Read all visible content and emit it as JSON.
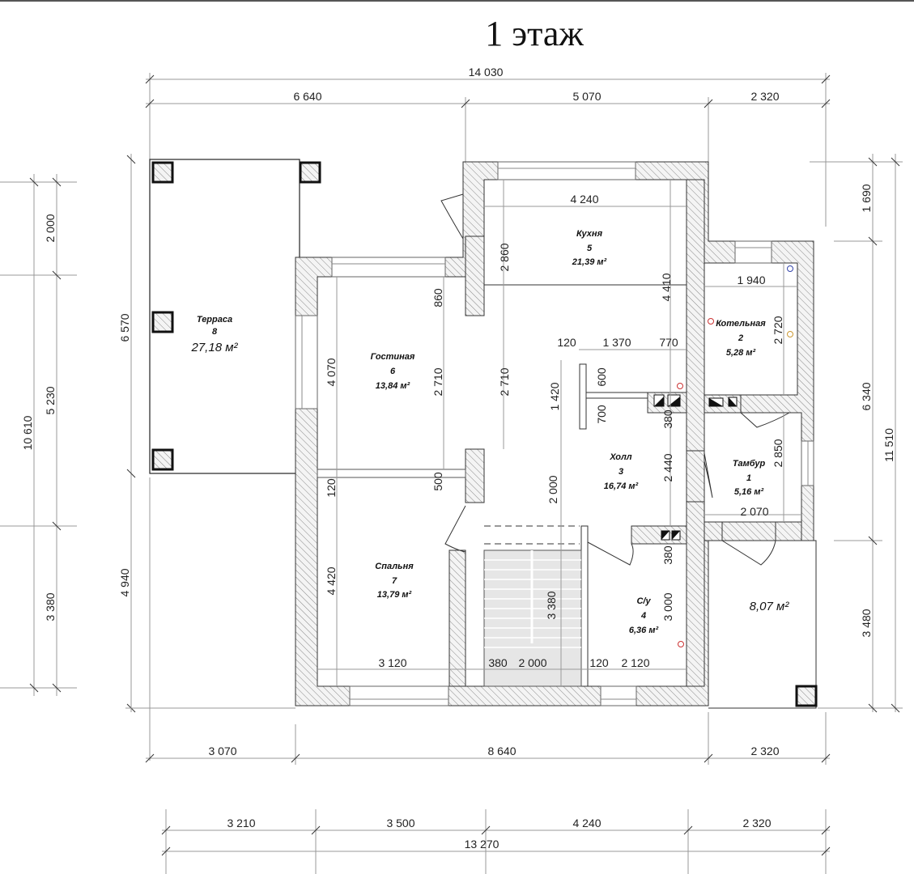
{
  "title": "1 этаж",
  "dims": {
    "top_total": "14 030",
    "top": [
      "6 640",
      "5 070",
      "2 320"
    ],
    "bottom1": [
      "3 070",
      "8 640",
      "2 320"
    ],
    "bottom2": [
      "3 210",
      "3 500",
      "4 240",
      "2 320"
    ],
    "bottom_total": "13 270",
    "left_outer": [
      "2 000",
      "5 230",
      "3 380"
    ],
    "left_total": "10 610",
    "left_inner": [
      "6 570",
      "4 940"
    ],
    "right": [
      "1 690",
      "6 340",
      "3 480"
    ],
    "right_total": "11 510",
    "interior": [
      "4 240",
      "2 860",
      "4 410",
      "1 940",
      "2 720",
      "120",
      "1 370",
      "770",
      "860",
      "4 070",
      "2 710",
      "2 710",
      "1 420",
      "600",
      "700",
      "380",
      "2 850",
      "2 440",
      "2 000",
      "500",
      "120",
      "2 070",
      "380",
      "4 420",
      "3 380",
      "3 000",
      "3 120",
      "380",
      "2 000",
      "120",
      "2 120"
    ]
  },
  "rooms": [
    {
      "name": "Терраса",
      "number": "8",
      "area": "27,18 м²"
    },
    {
      "name": "Гостиная",
      "number": "6",
      "area": "13,84 м²"
    },
    {
      "name": "Кухня",
      "number": "5",
      "area": "21,39 м²"
    },
    {
      "name": "Котельная",
      "number": "2",
      "area": "5,28 м²"
    },
    {
      "name": "Холл",
      "number": "3",
      "area": "16,74 м²"
    },
    {
      "name": "Тамбур",
      "number": "1",
      "area": "5,16 м²"
    },
    {
      "name": "Спальня",
      "number": "7",
      "area": "13,79 м²"
    },
    {
      "name": "С/у",
      "number": "4",
      "area": "6,36 м²"
    }
  ],
  "outside_area": "8,07 м²",
  "colors": {
    "wall_hatch": "#888888",
    "stair_fill": "#e6e6e6",
    "marker_red": "#cc3333",
    "marker_blue": "#3344aa",
    "marker_yellow": "#cc9933"
  }
}
